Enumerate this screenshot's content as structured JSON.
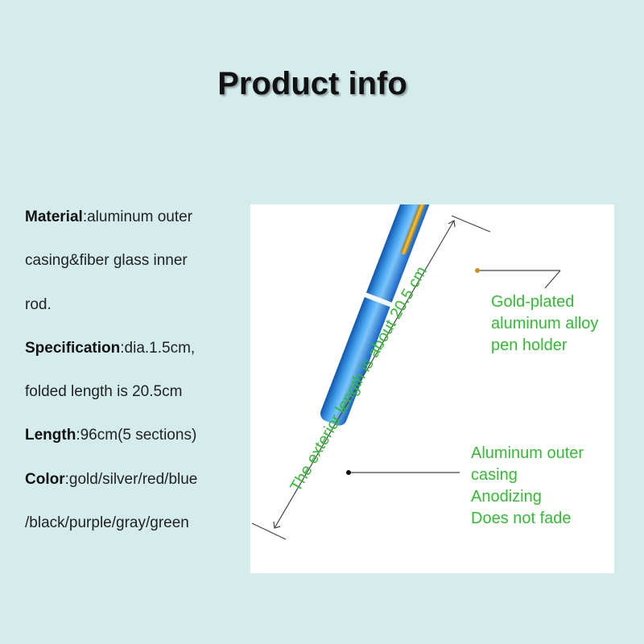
{
  "title": "Product info",
  "specs": [
    {
      "key": "Material",
      "value": "aluminum outer",
      "extra": [
        "casing&fiber glass inner",
        "rod."
      ]
    },
    {
      "key": "Specification",
      "value": "dia.1.5cm,",
      "extra": [
        "folded length is 20.5cm"
      ]
    },
    {
      "key": "Length",
      "value": "96cm(5 sections)",
      "extra": []
    },
    {
      "key": "Color",
      "value": "gold/silver/red/blue",
      "extra": [
        "/black/purple/gray/green"
      ]
    }
  ],
  "annotations": {
    "length_label": "The exterior length is about 20.5 cm",
    "holder_label": [
      "Gold-plated",
      "aluminum alloy",
      "pen holder"
    ],
    "casing_label": [
      "Aluminum outer",
      "casing",
      "Anodizing",
      "Does not fade"
    ]
  },
  "colors": {
    "background": "#d4ecec",
    "label_green": "#33bb33",
    "rod_blue": "#2f8fe0",
    "clip_gold": "#d8a21e"
  }
}
